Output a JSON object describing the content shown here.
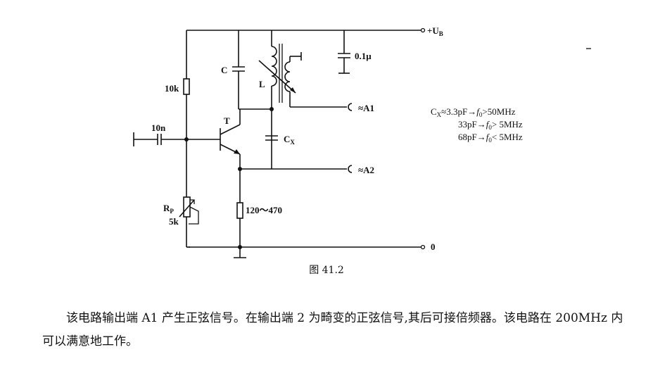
{
  "diagram": {
    "labels": {
      "supply": "+U",
      "supply_sub": "B",
      "cap_01": "0.1μ",
      "cap_c": "C",
      "ind_l": "L",
      "res_10k": "10k",
      "cap_10n": "10n",
      "transistor": "T",
      "cap_cx": "C",
      "cap_cx_sub": "X",
      "rp": "R",
      "rp_sub": "P",
      "rp_value": "5k",
      "re_value": "120～470",
      "out_a1": "≈A1",
      "out_a2": "≈A2",
      "ground": "0"
    },
    "notes": [
      {
        "prefix": "C",
        "prefix_sub": "X",
        "value": "≈3.3pF→",
        "f": "f",
        "f_sub": "0",
        "cond": ">50MHz"
      },
      {
        "prefix": "",
        "prefix_sub": "",
        "value": "33pF→",
        "f": "f",
        "f_sub": "0",
        "cond": "> 5MHz"
      },
      {
        "prefix": "",
        "prefix_sub": "",
        "value": "68pF→",
        "f": "f",
        "f_sub": "0",
        "cond": "< 5MHz"
      }
    ]
  },
  "caption": "图 41.2",
  "paragraph": "该电路输出端 A1 产生正弦信号。在输出端 2 为畸变的正弦信号,其后可接倍频器。该电路在 200MHz 内可以满意地工作。"
}
